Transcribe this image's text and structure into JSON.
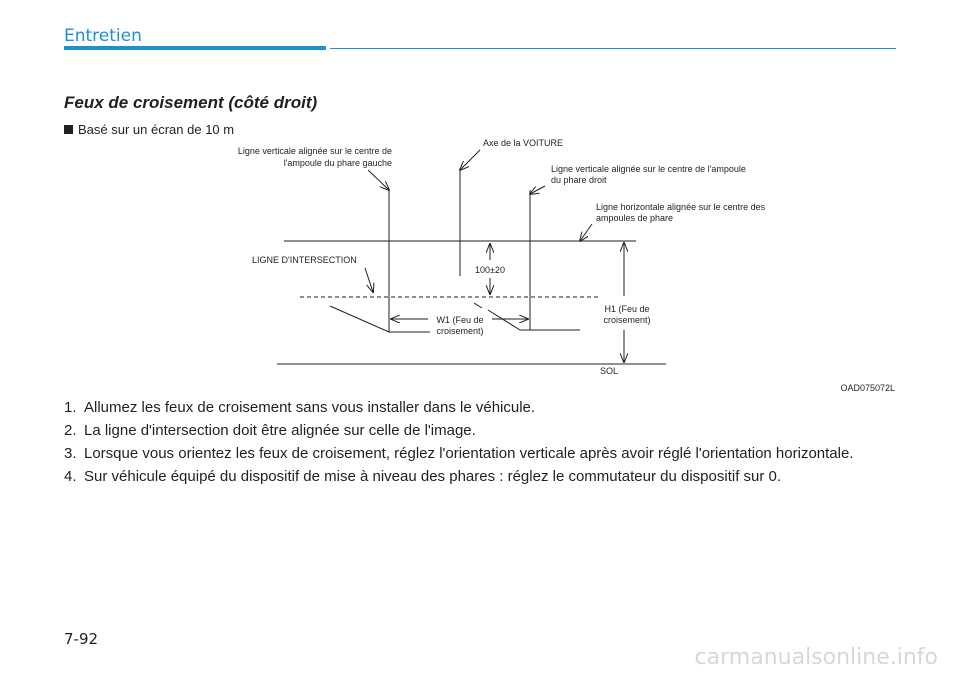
{
  "header": {
    "section": "Entretien"
  },
  "title": "Feux de croisement (côté droit)",
  "note": "Basé sur un écran de 10 m",
  "diagram": {
    "labels": {
      "left_vertical_line_1": "Ligne verticale alignée sur le centre de",
      "left_vertical_line_2": "l'ampoule du phare gauche",
      "car_axis": "Axe de la VOITURE",
      "right_vertical_line_1": "Ligne verticale alignée sur le centre de l'ampoule",
      "right_vertical_line_2": "du phare droit",
      "horizontal_line_1": "Ligne horizontale alignée sur le centre des",
      "horizontal_line_2": "ampoules de phare",
      "intersection_line": "LIGNE D'INTERSECTION",
      "offset": "100±20",
      "w1_1": "W1 (Feu de",
      "w1_2": "croisement)",
      "h1_1": "H1 (Feu de",
      "h1_2": "croisement)",
      "ground": "SOL",
      "figure_code": "OAD075072L"
    }
  },
  "steps": [
    {
      "num": "1.",
      "text": "Allumez les feux de croisement sans vous installer dans le véhicule."
    },
    {
      "num": "2.",
      "text": "La ligne d'intersection doit être alignée sur celle de l'image."
    },
    {
      "num": "3.",
      "text": "Lorsque vous orientez les feux de croisement, réglez l'orientation verticale après avoir réglé l'orientation horizontale."
    },
    {
      "num": "4.",
      "text": "Sur véhicule équipé du dispositif de mise à niveau des phares : réglez le commutateur du dispositif sur 0."
    }
  ],
  "page_number": "7-92",
  "watermark": "carmanualsonline.info"
}
